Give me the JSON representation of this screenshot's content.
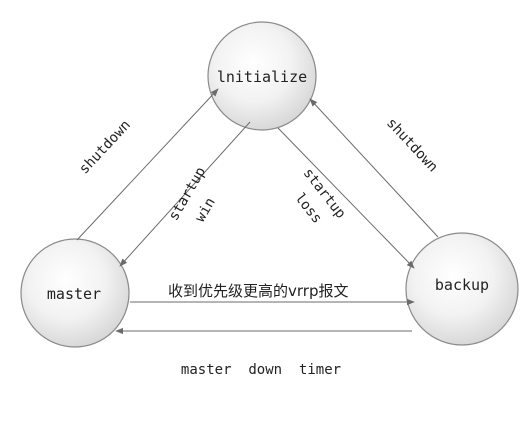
{
  "nodes": {
    "initialize": {
      "label": "lnitialize"
    },
    "master": {
      "label": "master"
    },
    "backup": {
      "label": "backup"
    }
  },
  "edges": {
    "master_to_init": {
      "label": "shutdown"
    },
    "init_to_master": {
      "label_line1": "startup",
      "label_line2": "win"
    },
    "init_to_backup": {
      "label_line1": "startup",
      "label_line2": "loss"
    },
    "backup_to_init": {
      "label": "shutdown"
    },
    "master_to_backup": {
      "label": "收到优先级更高的vrrp报文"
    },
    "backup_to_master": {
      "label": "master  down  timer"
    }
  }
}
